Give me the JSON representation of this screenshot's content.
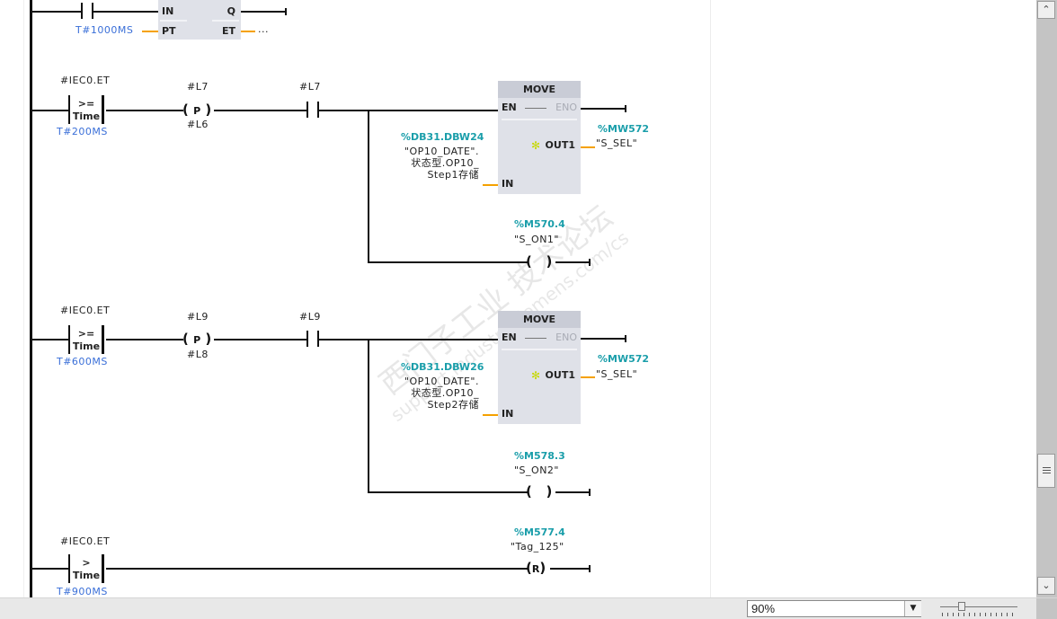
{
  "editor": {
    "language": "LAD",
    "networks": [
      {
        "id": "timer-network",
        "contact_label": "",
        "timer": {
          "pins": {
            "in": "IN",
            "pt": "PT",
            "q": "Q",
            "et": "ET"
          },
          "pt_value": "T#1000MS",
          "et_value": "..."
        }
      },
      {
        "id": "network-step1",
        "compare": {
          "operand": "#IEC0.ET",
          "operator": ">=",
          "type": "Time",
          "value": "T#200MS"
        },
        "p_trig": {
          "operand": "#L7",
          "label": "P",
          "mem": "#L6"
        },
        "contact": {
          "operand": "#L7"
        },
        "move": {
          "title": "MOVE",
          "en": "EN",
          "eno": "ENO",
          "in_pin": "IN",
          "out_pin": "OUT1",
          "in_address": "%DB31.DBW24",
          "in_symbol_lines": [
            "\"OP10_DATE\".",
            "状态型.OP10_",
            "Step1存储"
          ],
          "out_address": "%MW572",
          "out_symbol": "\"S_SEL\""
        },
        "coil": {
          "address": "%M570.4",
          "symbol": "\"S_ON1\"",
          "label": ""
        }
      },
      {
        "id": "network-step2",
        "compare": {
          "operand": "#IEC0.ET",
          "operator": ">=",
          "type": "Time",
          "value": "T#600MS"
        },
        "p_trig": {
          "operand": "#L9",
          "label": "P",
          "mem": "#L8"
        },
        "contact": {
          "operand": "#L9"
        },
        "move": {
          "title": "MOVE",
          "en": "EN",
          "eno": "ENO",
          "in_pin": "IN",
          "out_pin": "OUT1",
          "in_address": "%DB31.DBW26",
          "in_symbol_lines": [
            "\"OP10_DATE\".",
            "状态型.OP10_",
            "Step2存储"
          ],
          "out_address": "%MW572",
          "out_symbol": "\"S_SEL\""
        },
        "coil": {
          "address": "%M578.3",
          "symbol": "\"S_ON2\"",
          "label": ""
        }
      },
      {
        "id": "network-reset",
        "compare": {
          "operand": "#IEC0.ET",
          "operator": ">",
          "type": "Time",
          "value": "T#900MS"
        },
        "coil": {
          "address": "%M577.4",
          "symbol": "\"Tag_125\"",
          "label": "R"
        }
      }
    ],
    "watermark": {
      "line1": "西门子工业  技术论坛",
      "line2": "support.industry.siemens.com/cs"
    }
  },
  "statusbar": {
    "zoom_value": "90%",
    "zoom_dropdown_icon": "triangle-down",
    "zoom_slider_fraction": 0.25
  },
  "scrollbar": {
    "up_icon": "chevron-up",
    "down_icon": "chevron-down",
    "thumb_icon": "grip-lines",
    "position_fraction": 0.83
  }
}
